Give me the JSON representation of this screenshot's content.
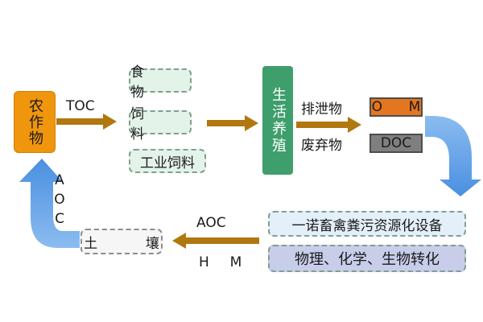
{
  "nodes": {
    "crops": "农作物",
    "food": "食 物",
    "feed": "饲 料",
    "industrial_feed": "工业饲料",
    "livestock": "生活养殖",
    "om": "O M",
    "doc": "DOC",
    "equipment": "一诺畜禽粪污资源化设备",
    "process": "物理、化学、生物转化",
    "soil": "土 壤"
  },
  "labels": {
    "toc": "TOC",
    "excretion": "排泄物",
    "waste": "废弃物",
    "aoc_left": "AOC",
    "aoc_bottom": "AOC",
    "hm": "H M"
  },
  "colors": {
    "crops": "#f0960c",
    "livestock": "#3e9e6c",
    "om": "#e4761f",
    "doc": "#7f7f7f",
    "green_box": "#e4f3ea",
    "equipment_box": "#e3f0fa",
    "process_box": "#c8cde9",
    "brown_arrow": "#b0780f",
    "blue_arrow": "#5d9ee6"
  }
}
